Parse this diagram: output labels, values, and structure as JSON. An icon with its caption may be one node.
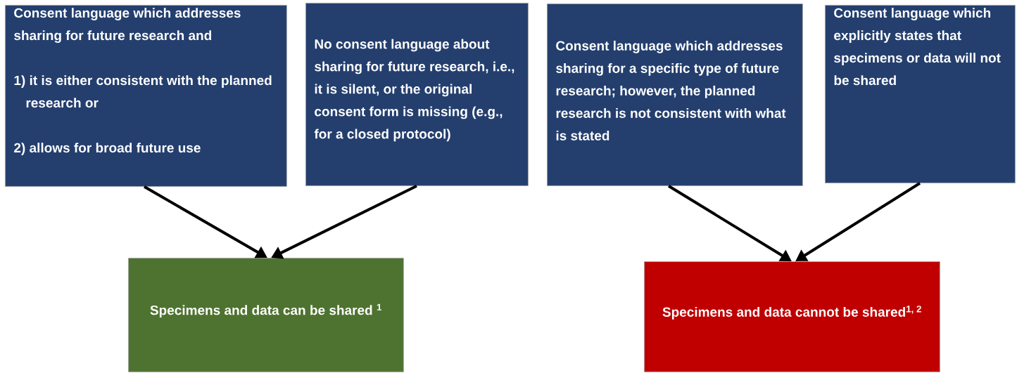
{
  "diagram": {
    "nodes": [
      {
        "text": [
          "Consent language which addresses sharing for future research and",
          "1) it is either consistent with the planned research or",
          "2) allows for broad future use"
        ]
      },
      {
        "text": [
          "No consent language about sharing for future research, i.e., it is silent, or the original consent form is missing (e.g., for a closed protocol)"
        ]
      },
      {
        "text": [
          "Consent language which addresses sharing for a specific type of future research; however, the planned research is not consistent with what is stated"
        ]
      },
      {
        "text": [
          "Consent language which explicitly states that specimens or data will not be shared"
        ]
      },
      {
        "text": [
          "Specimens and data can be shared $^{1}$"
        ]
      },
      {
        "text": [
          "Specimens and data cannot be shared$^{1, 2}$"
        ]
      }
    ],
    "edges": [
      {
        "from": 0,
        "to": 4,
        "arrow": "to"
      },
      {
        "from": 1,
        "to": 4,
        "arrow": "to"
      },
      {
        "from": 2,
        "to": 5,
        "arrow": "to"
      },
      {
        "from": 3,
        "to": 5,
        "arrow": "to"
      }
    ]
  }
}
